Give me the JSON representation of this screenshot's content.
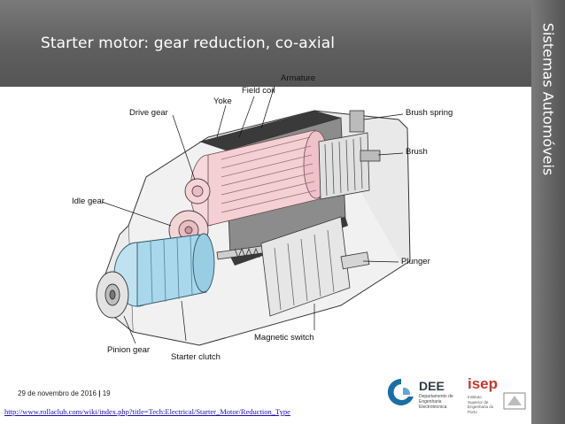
{
  "slide": {
    "title": "Starter motor: gear reduction, co-axial",
    "side_title": "Sistemas Automóveis",
    "date": "29 de novembro de 2016",
    "separator": "|",
    "page_number": "19",
    "source_link": "http://www.rollaclub.com/wiki/index.php?title=Tech:Electrical/Starter_Motor/Reduction_Type"
  },
  "diagram": {
    "labels": {
      "armature": "Armature",
      "field_coil": "Field coil",
      "yoke": "Yoke",
      "drive_gear": "Drive gear",
      "brush_spring": "Brush spring",
      "brush": "Brush",
      "idle_gear": "Idle gear",
      "plunger": "Plunger",
      "magnetic_switch": "Magnetic switch",
      "pinion_gear": "Pinion gear",
      "starter_clutch": "Starter clutch"
    }
  },
  "logos": {
    "dee_name": "DEE",
    "dee_subtitle": "Departamento de Engenharia Electrotécnica",
    "isep_name": "isep",
    "isep_subtitle": "Instituto Superior de Engenharia do Porto"
  },
  "colors": {
    "header_bar": "#666666",
    "armature_fill": "#f4cfd4",
    "clutch_fill": "#a9d8ec",
    "gear_fill": "#f2d6d6",
    "isep_red": "#c0392b"
  }
}
